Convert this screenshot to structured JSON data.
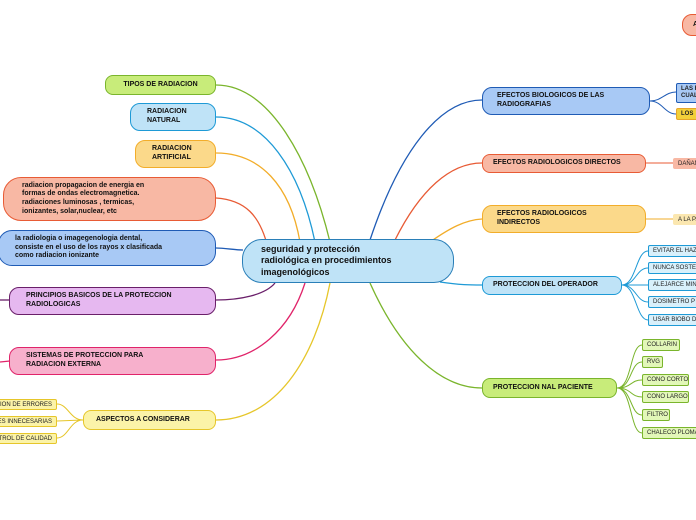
{
  "central": "seguridad  y  protección\nradiológica  en  procedimientos\nimagenológicos",
  "left": {
    "tipos": "TIPOS DE RADIACION",
    "natural": "RADIACION\nNATURAL",
    "artificial": "RADIACION\nARTIFICIAL",
    "definicion": "radiacion  propagacion de  energia  en\nformas  de  ondas electromagnetica.\nradiaciones luminosas , termicas,\nionizantes, solar,nuclear, etc",
    "radiologia": "la radiologia  o  imagegenologia   dental,\nconsiste  en  el uso  de  los rayos x clasificada\ncomo  radiacion  ionizante",
    "principios": "PRINCIPIOS  BASICOS  DE  LA PROTECCION\nRADIOLOGICAS",
    "sistemas": "SISTEMAS  DE PROTECCION  PARA\nRADIACION  EXTERNA",
    "aspectos": "ASPECTOS  A  CONSIDERAR",
    "aspectos_items": [
      "CION DE  ERRORES",
      "IES INNECESARIAS",
      "NTROL DE CALIDAD"
    ]
  },
  "right": {
    "top_partial": "A",
    "efectos_bio": "EFECTOS  BIOLOGICOS  DE LAS\nRADIOGRAFIAS",
    "efectos_bio_items": [
      "LAS R\nCUAL",
      "LOS"
    ],
    "directos": "EFECTOS RADIOLOGICOS DIRECTOS",
    "directos_item": "DAÑAN",
    "indirectos": "EFECTOS RADIOLOGICOS\nINDIRECTOS",
    "indirectos_item": "A LA PA",
    "operador": "PROTECCION  DEL OPERADOR",
    "operador_items": [
      "EVITAR EL HAZ",
      "NUNCA  SOSTE",
      "ALEJARCE  MIN",
      "DOSIMETRO  P",
      "USAR BIOBO D"
    ],
    "paciente": "PROTECCION NAL PACIENTE",
    "paciente_items": [
      "COLLARIN",
      "RVG",
      "CONO CORTO",
      "CONO LARGO",
      "FILTRO",
      "CHALECO PLOMAD"
    ]
  },
  "colors": {
    "green": "#7ab52c",
    "blue": "#1e9ad6",
    "orange": "#f2ad2a",
    "red": "#e85b35",
    "navy": "#1f5bb5",
    "purple": "#6a1f6a",
    "pink": "#e0246a",
    "yellow": "#e6c62a",
    "central_fill": "#bfe3f7",
    "central_border": "#2a7fb8"
  }
}
